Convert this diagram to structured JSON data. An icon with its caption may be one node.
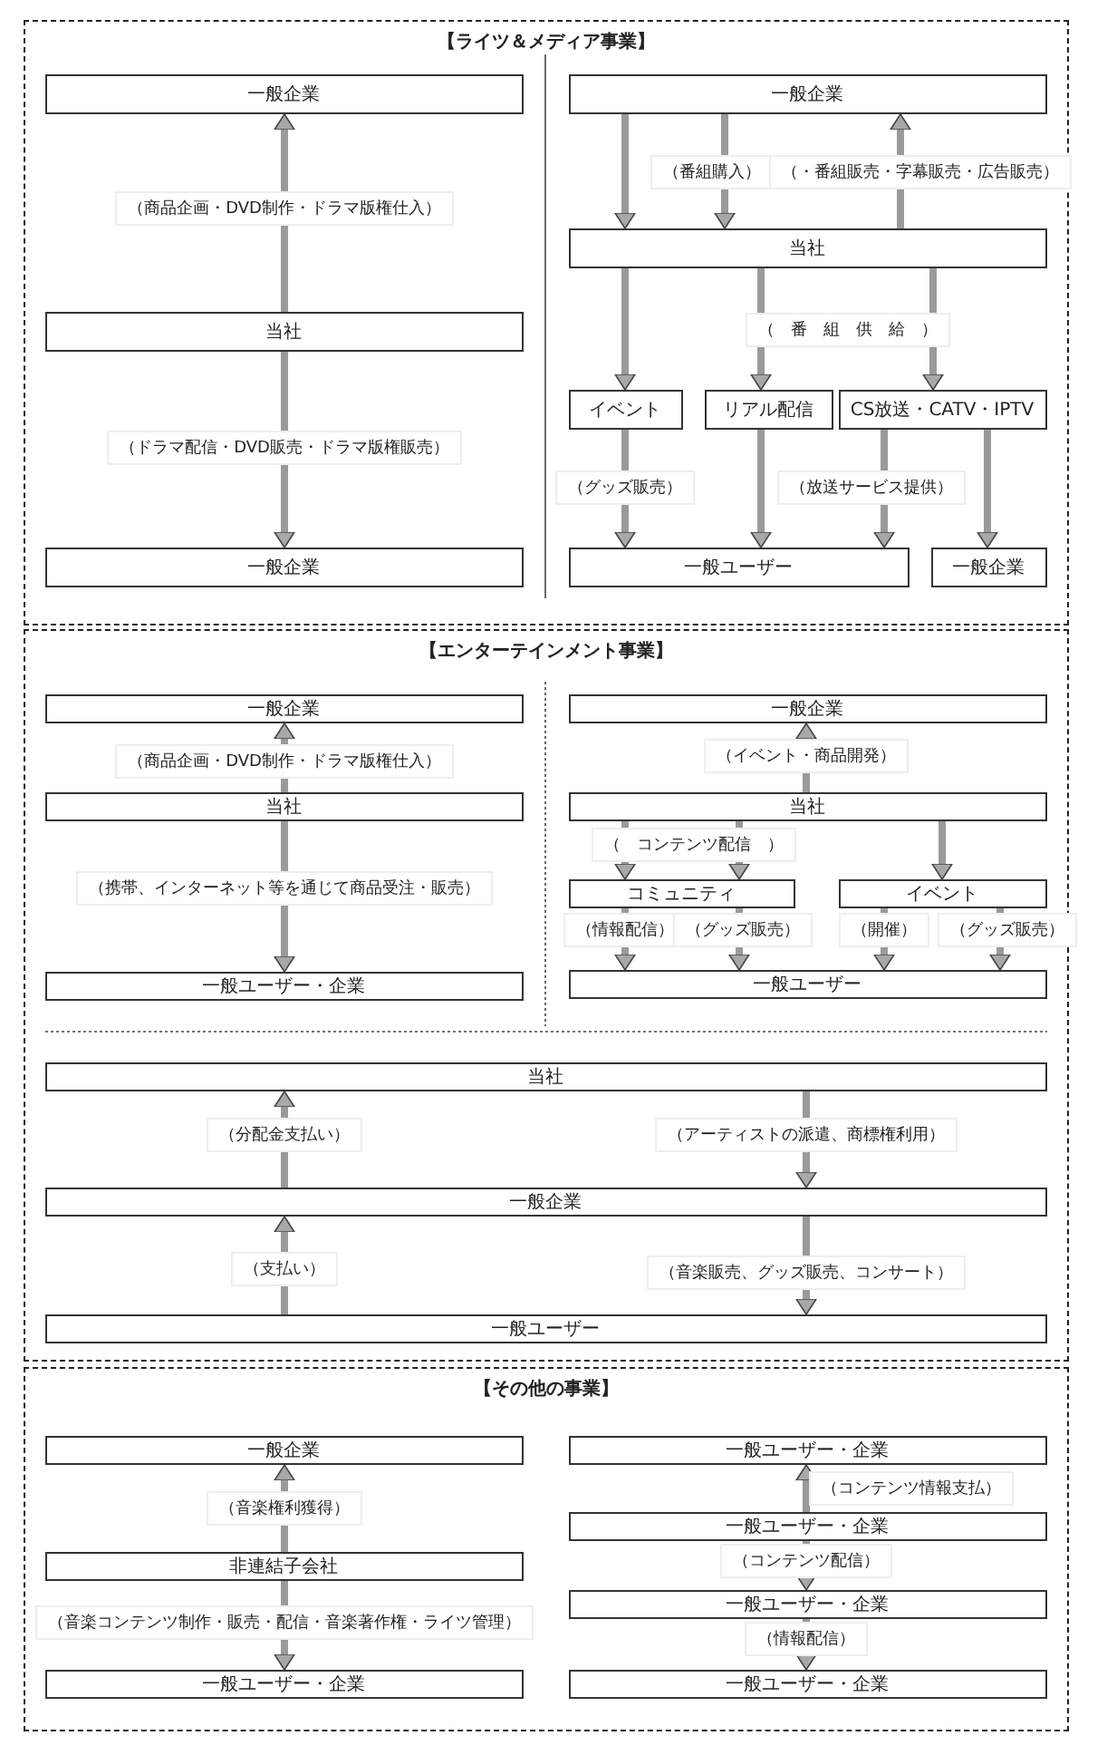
{
  "diagram": {
    "nodes": [
      {
        "text": [
          "【ライツ＆メディア事業】"
        ]
      },
      {
        "text": [
          "一般企業"
        ],
        "in": 0
      },
      {
        "text": [
          "当社"
        ],
        "in": 0
      },
      {
        "text": [
          "一般企業"
        ],
        "in": 0
      },
      {
        "text": [
          "一般企業"
        ],
        "in": 0
      },
      {
        "text": [
          "当社"
        ],
        "in": 0
      },
      {
        "text": [
          "イベント"
        ],
        "in": 0
      },
      {
        "text": [
          "リアル配信"
        ],
        "in": 0
      },
      {
        "text": [
          "CS放送・CATV・IPTV"
        ],
        "in": 0
      },
      {
        "text": [
          "一般ユーザー"
        ],
        "in": 0
      },
      {
        "text": [
          "一般企業"
        ],
        "in": 0
      },
      {
        "text": [
          "【エンターテインメント事業】"
        ]
      },
      {
        "text": [
          "一般企業"
        ],
        "in": 11
      },
      {
        "text": [
          "当社"
        ],
        "in": 11
      },
      {
        "text": [
          "一般ユーザー・企業"
        ],
        "in": 11
      },
      {
        "text": [
          "一般企業"
        ],
        "in": 11
      },
      {
        "text": [
          "当社"
        ],
        "in": 11
      },
      {
        "text": [
          "コミュニティ"
        ],
        "in": 11
      },
      {
        "text": [
          "イベント"
        ],
        "in": 11
      },
      {
        "text": [
          "一般ユーザー"
        ],
        "in": 11
      },
      {
        "text": [
          "当社"
        ],
        "in": 11
      },
      {
        "text": [
          "一般企業"
        ],
        "in": 11
      },
      {
        "text": [
          "一般ユーザー"
        ],
        "in": 11
      },
      {
        "text": [
          "【その他の事業】"
        ]
      },
      {
        "text": [
          "一般企業"
        ],
        "in": 23
      },
      {
        "text": [
          "非連結子会社"
        ],
        "in": 23
      },
      {
        "text": [
          "一般ユーザー・企業"
        ],
        "in": 23
      },
      {
        "text": [
          "一般ユーザー・企業"
        ],
        "in": 23
      },
      {
        "text": [
          "一般ユーザー・企業"
        ],
        "in": 23
      },
      {
        "text": [
          "一般ユーザー・企業"
        ],
        "in": 23
      },
      {
        "text": [
          "一般ユーザー・企業"
        ],
        "in": 23
      }
    ],
    "edges": [
      {
        "from": 2,
        "to": 1,
        "arrow": "to",
        "label": "（商品企画・DVD制作・ドラマ版権仕入）"
      },
      {
        "from": 2,
        "to": 3,
        "arrow": "to",
        "label": "（ドラマ配信・DVD販売・ドラマ版権販売）"
      },
      {
        "from": 4,
        "to": 5,
        "arrow": "to"
      },
      {
        "from": 4,
        "to": 5,
        "arrow": "to",
        "label": "（番組購入）"
      },
      {
        "from": 5,
        "to": 4,
        "arrow": "to",
        "label": "（・番組販売・字幕販売・広告販売）"
      },
      {
        "from": 5,
        "to": 6,
        "arrow": "to"
      },
      {
        "from": 5,
        "to": 7,
        "arrow": "to",
        "label": "（　番　組　供　給　）"
      },
      {
        "from": 5,
        "to": 8,
        "arrow": "to"
      },
      {
        "from": 6,
        "to": 9,
        "arrow": "to",
        "label": "（グッズ販売）"
      },
      {
        "from": 7,
        "to": 9,
        "arrow": "to"
      },
      {
        "from": 8,
        "to": 9,
        "arrow": "to",
        "label": "（放送サービス提供）"
      },
      {
        "from": 8,
        "to": 10,
        "arrow": "to"
      },
      {
        "from": 13,
        "to": 12,
        "arrow": "to",
        "label": "（商品企画・DVD制作・ドラマ版権仕入）"
      },
      {
        "from": 13,
        "to": 14,
        "arrow": "to",
        "label": "（携帯、インターネット等を通じて商品受注・販売）"
      },
      {
        "from": 16,
        "to": 15,
        "arrow": "to",
        "label": "（イベント・商品開発）"
      },
      {
        "from": 16,
        "to": 17,
        "arrow": "to",
        "label": "（　コンテンツ配信　）"
      },
      {
        "from": 16,
        "to": 17,
        "arrow": "to"
      },
      {
        "from": 16,
        "to": 18,
        "arrow": "to"
      },
      {
        "from": 17,
        "to": 19,
        "arrow": "to",
        "label": "（情報配信）"
      },
      {
        "from": 17,
        "to": 19,
        "arrow": "to",
        "label": "（グッズ販売）"
      },
      {
        "from": 18,
        "to": 19,
        "arrow": "to",
        "label": "（開催）"
      },
      {
        "from": 18,
        "to": 19,
        "arrow": "to",
        "label": "（グッズ販売）"
      },
      {
        "from": 21,
        "to": 20,
        "arrow": "to",
        "label": "（分配金支払い）"
      },
      {
        "from": 20,
        "to": 21,
        "arrow": "to",
        "label": "（アーティストの派遣、商標権利用）"
      },
      {
        "from": 22,
        "to": 21,
        "arrow": "to",
        "label": "（支払い）"
      },
      {
        "from": 21,
        "to": 22,
        "arrow": "to",
        "label": "（音楽販売、グッズ販売、コンサート）"
      },
      {
        "from": 25,
        "to": 24,
        "arrow": "to",
        "label": "（音楽権利獲得）"
      },
      {
        "from": 25,
        "to": 26,
        "arrow": "to",
        "label": "（音楽コンテンツ制作・販売・配信・音楽著作権・ライツ管理）"
      },
      {
        "from": 28,
        "to": 27,
        "arrow": "to",
        "label": "（コンテンツ情報支払）"
      },
      {
        "from": 28,
        "to": 29,
        "arrow": "to",
        "label": "（コンテンツ配信）"
      },
      {
        "from": 29,
        "to": 30,
        "arrow": "to",
        "label": "（情報配信）"
      }
    ]
  }
}
